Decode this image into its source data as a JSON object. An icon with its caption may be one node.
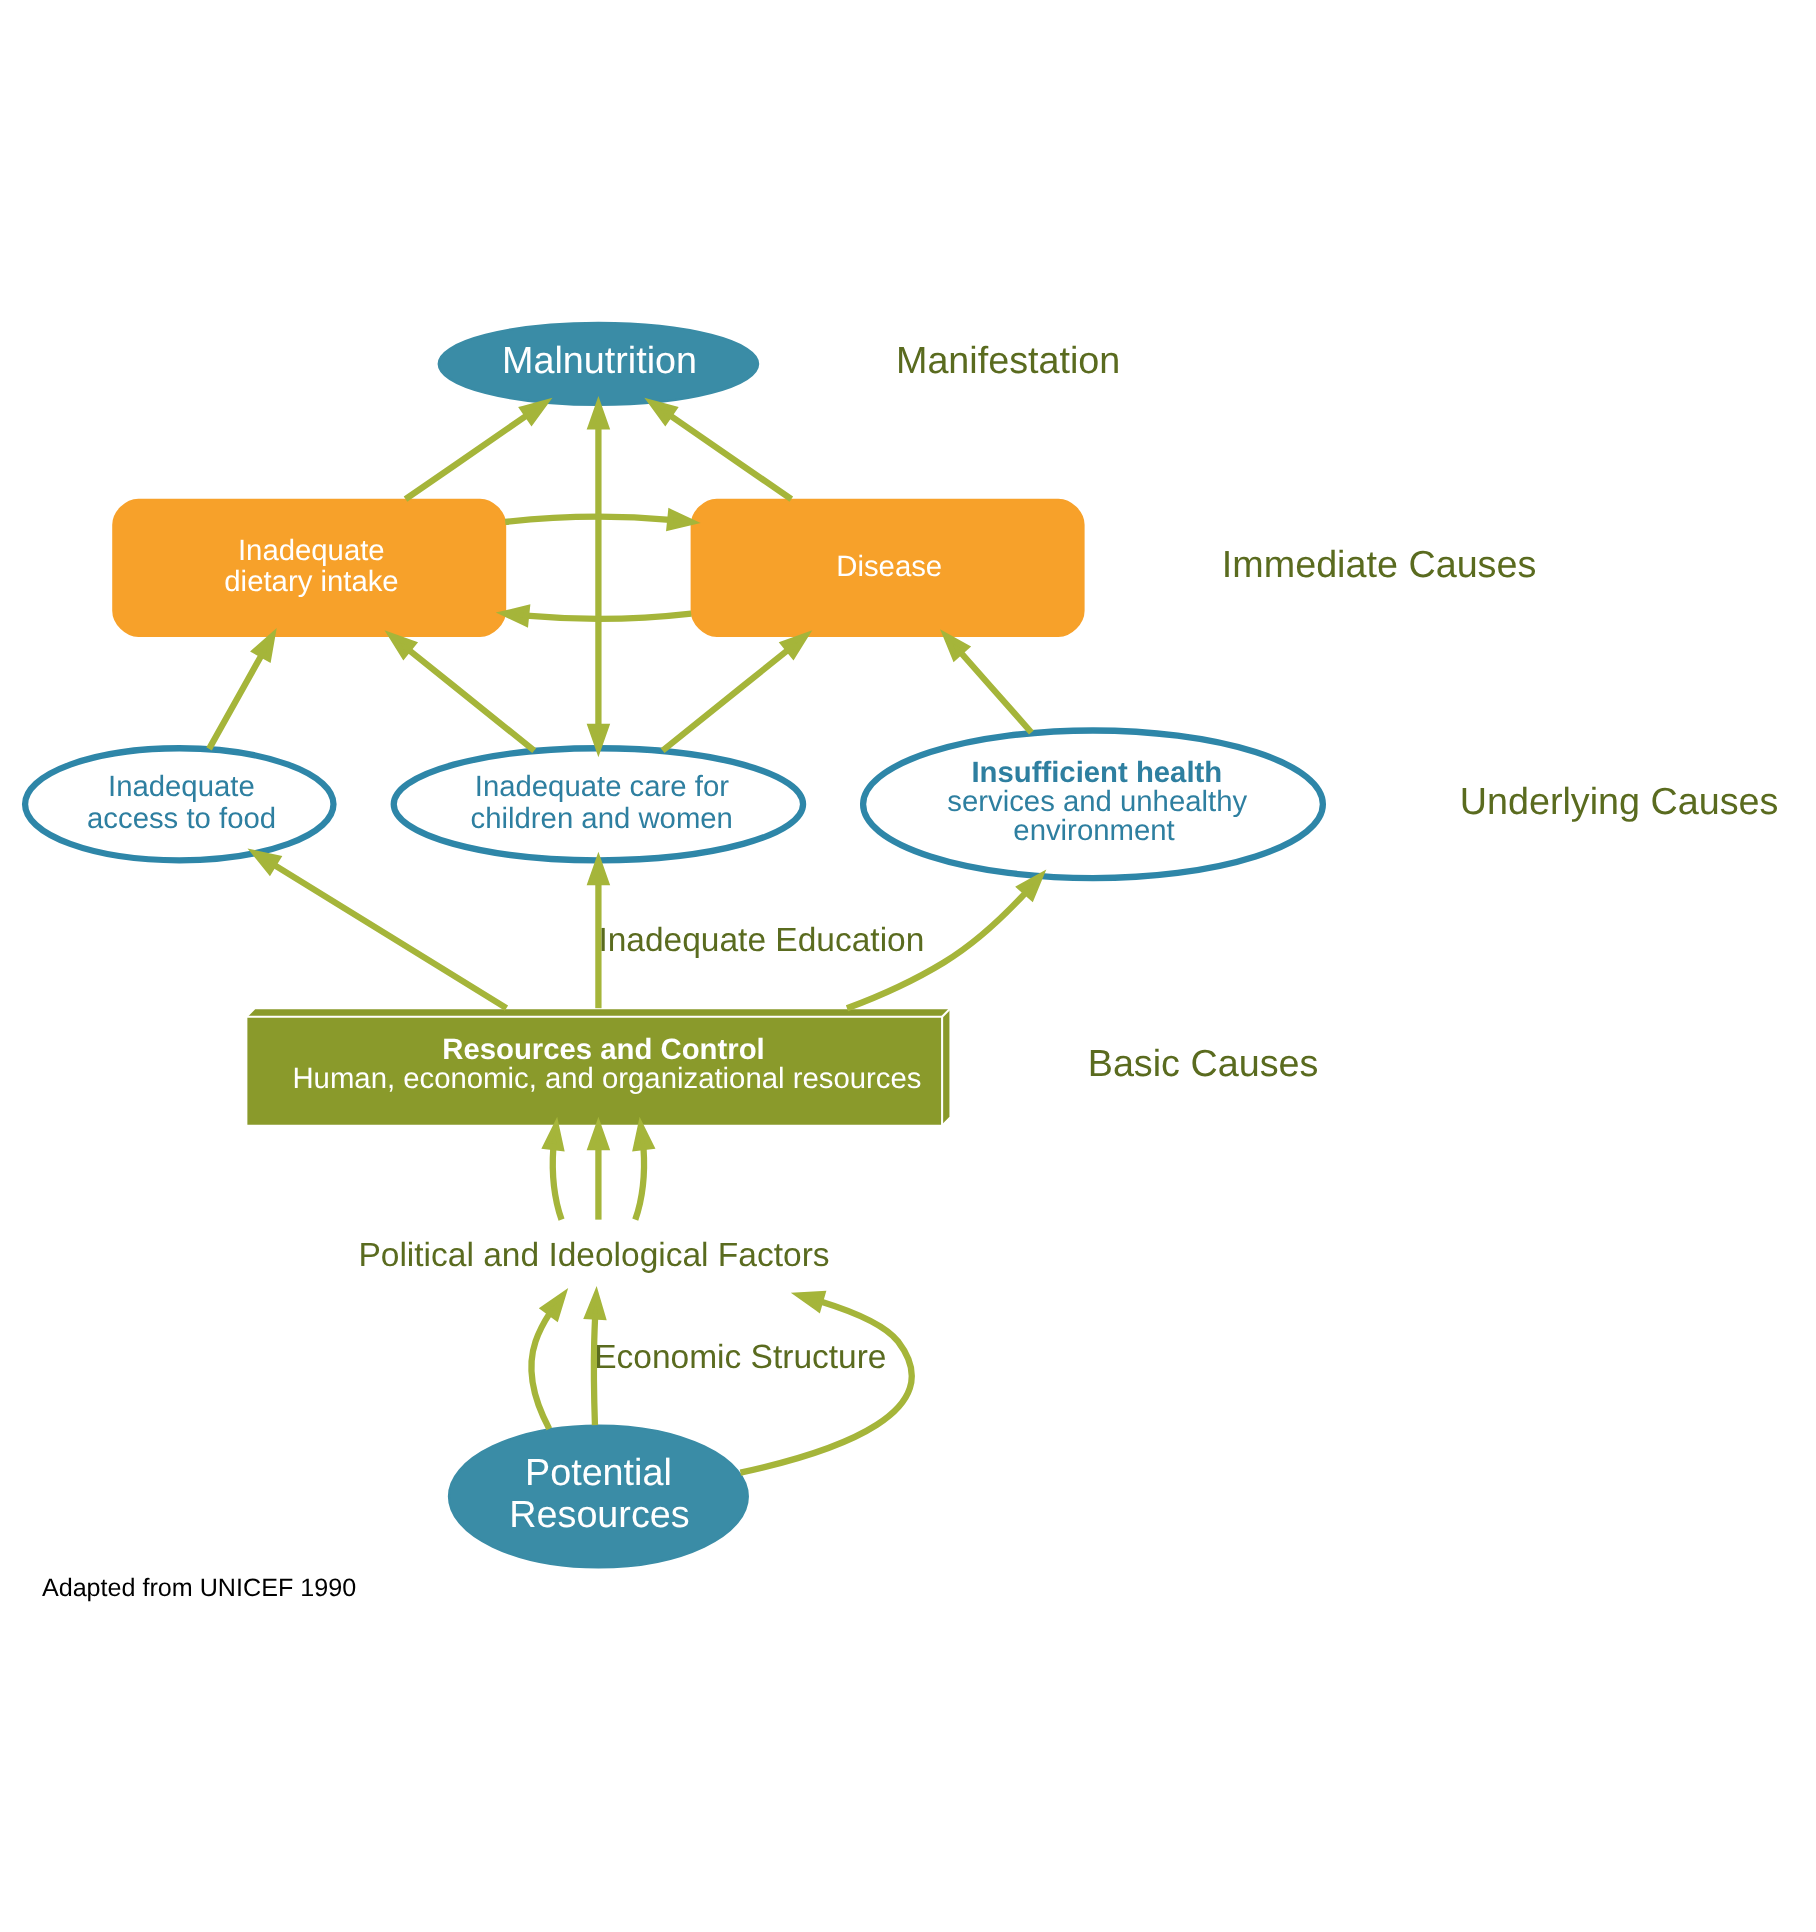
{
  "diagram": {
    "caption": "Adapted from UNICEF 1990",
    "nodes": [
      {
        "text": [
          "Malnutrition"
        ]
      },
      {
        "text": [
          "Inadequate dietary intake"
        ]
      },
      {
        "text": [
          "Disease"
        ]
      },
      {
        "text": [
          "Inadequate access to food"
        ]
      },
      {
        "text": [
          "Inadequate care for children and women"
        ]
      },
      {
        "text": [
          "Insufficient health",
          "services and unhealthy environment"
        ]
      },
      {
        "text": [
          "Resources and Control",
          "Human, economic, and organizational resources"
        ]
      },
      {
        "text": [
          "Potential Resources"
        ]
      },
      {
        "text": [
          "Political and Ideological Factors"
        ]
      }
    ],
    "edges": [
      {
        "from": 1,
        "to": 0,
        "arrow": "to"
      },
      {
        "from": 2,
        "to": 0,
        "arrow": "to"
      },
      {
        "from": 4,
        "to": 0,
        "arrow": "both"
      },
      {
        "from": 1,
        "to": 2,
        "arrow": "to"
      },
      {
        "from": 2,
        "to": 1,
        "arrow": "to"
      },
      {
        "from": 3,
        "to": 1,
        "arrow": "to"
      },
      {
        "from": 4,
        "to": 1,
        "arrow": "to"
      },
      {
        "from": 4,
        "to": 2,
        "arrow": "to"
      },
      {
        "from": 5,
        "to": 2,
        "arrow": "to"
      },
      {
        "from": 6,
        "to": 3,
        "arrow": "to"
      },
      {
        "from": 6,
        "to": 4,
        "arrow": "to",
        "label": "Inadequate Education"
      },
      {
        "from": 6,
        "to": 5,
        "arrow": "to"
      },
      {
        "from": 8,
        "to": 6,
        "arrow": "to"
      },
      {
        "from": 8,
        "to": 6,
        "arrow": "to"
      },
      {
        "from": 8,
        "to": 6,
        "arrow": "to"
      },
      {
        "from": 7,
        "to": 8,
        "arrow": "to"
      },
      {
        "from": 7,
        "to": 8,
        "arrow": "to",
        "label": "Economic Structure"
      },
      {
        "from": 7,
        "to": 8,
        "arrow": "to"
      }
    ],
    "labels": [
      "Manifestation",
      "Immediate Causes",
      "Underlying Causes",
      "Basic Causes"
    ]
  }
}
